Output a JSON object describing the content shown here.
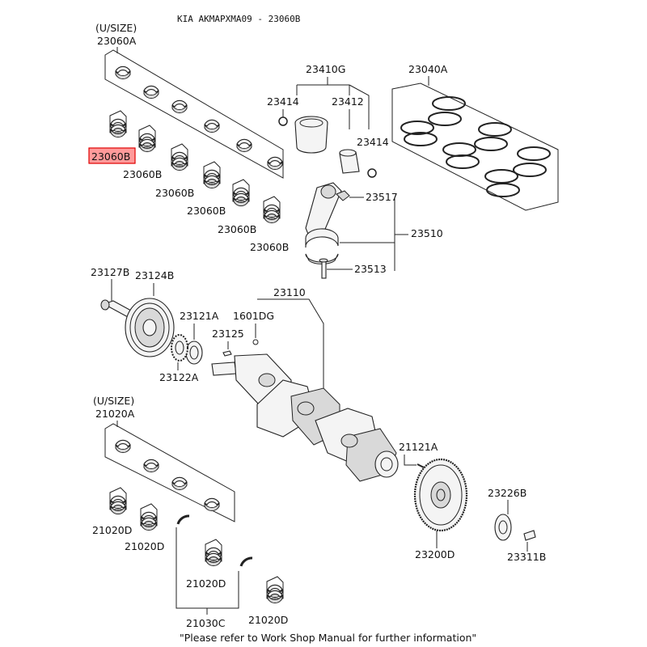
{
  "header": "KIA AKMAPXMA09 - 23060B",
  "footer_note": "\"Please refer to Work Shop Manual for further information\"",
  "highlight_color": "#ff9a9a",
  "labels": {
    "usize_top": "(U/SIZE)",
    "p23060A": "23060A",
    "p23060B_hl": "23060B",
    "p23060B_1": "23060B",
    "p23060B_2": "23060B",
    "p23060B_3": "23060B",
    "p23060B_4": "23060B",
    "p23060B_5": "23060B",
    "p23410G": "23410G",
    "p23414_a": "23414",
    "p23412": "23412",
    "p23414_b": "23414",
    "p23040A": "23040A",
    "p23517": "23517",
    "p23510": "23510",
    "p23513": "23513",
    "p23127B": "23127B",
    "p23124B": "23124B",
    "p23121A": "23121A",
    "p23125": "23125",
    "p1601DG": "1601DG",
    "p23110": "23110",
    "p23122A": "23122A",
    "usize_bottom": "(U/SIZE)",
    "p21020A": "21020A",
    "p21020D_1": "21020D",
    "p21020D_2": "21020D",
    "p21020D_3": "21020D",
    "p21020D_4": "21020D",
    "p21121A": "21121A",
    "p23226B": "23226B",
    "p23200D": "23200D",
    "p23311B": "23311B",
    "p21030C": "21030C"
  }
}
